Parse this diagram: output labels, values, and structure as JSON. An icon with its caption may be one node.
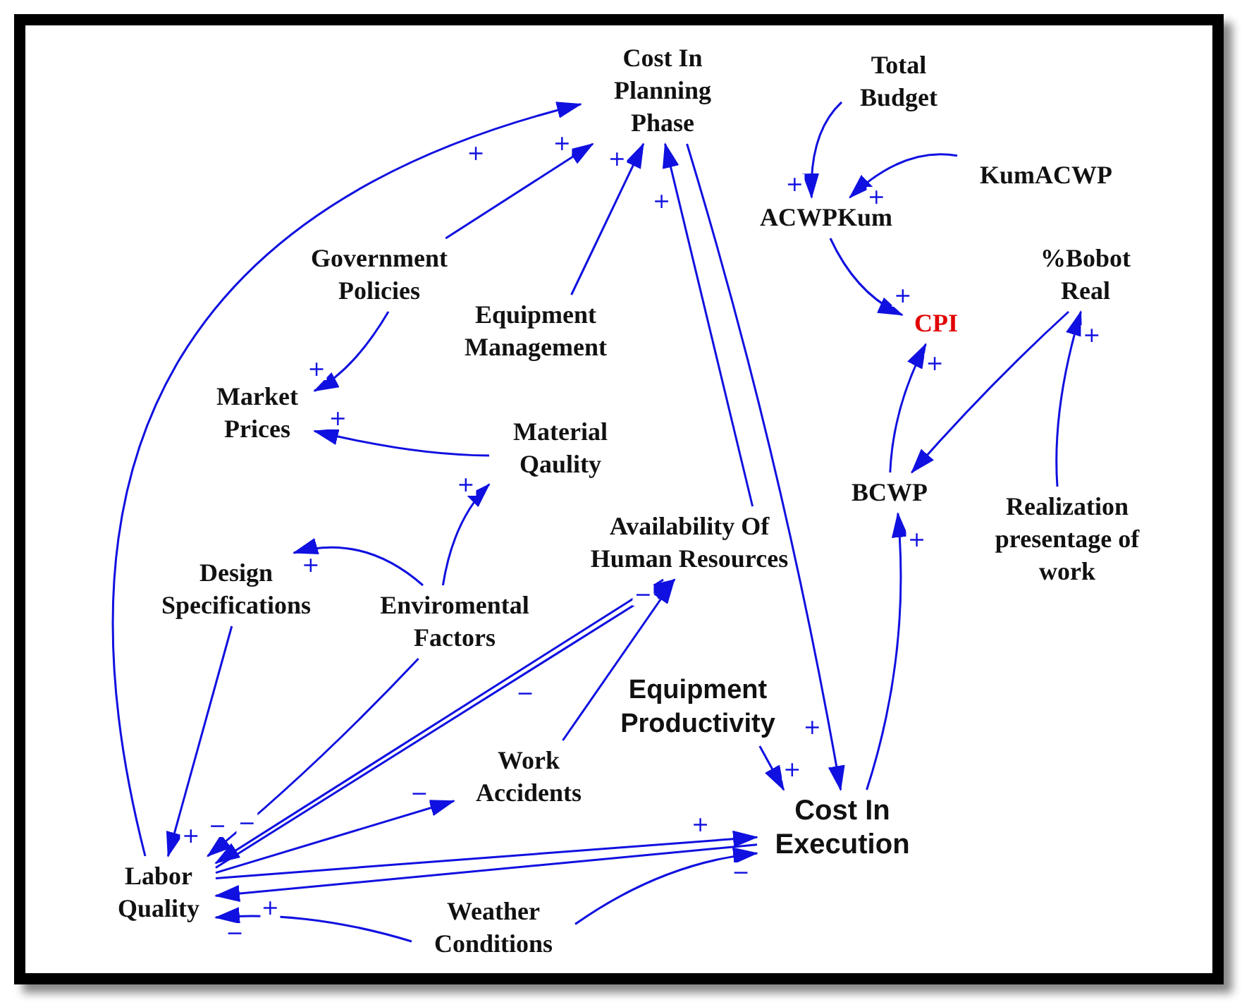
{
  "diagram": {
    "nodes": [
      {
        "text": [
          "Cost In Planning Phase"
        ]
      },
      {
        "text": [
          "Total Budget"
        ]
      },
      {
        "text": [
          "KumACWP"
        ]
      },
      {
        "text": [
          "ACWPKum"
        ]
      },
      {
        "text": [
          "%Bobot Real"
        ]
      },
      {
        "text": [
          "Government Policies"
        ]
      },
      {
        "text": [
          "Equipment Management"
        ]
      },
      {
        "text": [
          "CPI"
        ]
      },
      {
        "text": [
          "Market Prices"
        ]
      },
      {
        "text": [
          "Material Qaulity"
        ]
      },
      {
        "text": [
          "Design Specifications"
        ]
      },
      {
        "text": [
          "Enviromental Factors"
        ]
      },
      {
        "text": [
          "Availability Of Human Resources"
        ]
      },
      {
        "text": [
          "BCWP"
        ]
      },
      {
        "text": [
          "Realization presentage of work"
        ]
      },
      {
        "text": [
          "Equipment Productivity"
        ]
      },
      {
        "text": [
          "Work Accidents"
        ]
      },
      {
        "text": [
          "Cost In Execution"
        ]
      },
      {
        "text": [
          "Labor Quality"
        ]
      },
      {
        "text": [
          "Weather Conditions"
        ]
      }
    ],
    "edges": [
      {
        "from": 18,
        "to": 0,
        "arrow": "to",
        "label": "+"
      },
      {
        "from": 5,
        "to": 0,
        "arrow": "to",
        "label": "+"
      },
      {
        "from": 6,
        "to": 0,
        "arrow": "to",
        "label": "+"
      },
      {
        "from": 12,
        "to": 0,
        "arrow": "to",
        "label": "+"
      },
      {
        "from": 0,
        "to": 17,
        "arrow": "to",
        "label": "+"
      },
      {
        "from": 1,
        "to": 3,
        "arrow": "to",
        "label": "+"
      },
      {
        "from": 2,
        "to": 3,
        "arrow": "to",
        "label": "+"
      },
      {
        "from": 3,
        "to": 7,
        "arrow": "to",
        "label": "+"
      },
      {
        "from": 13,
        "to": 7,
        "arrow": "to",
        "label": "+"
      },
      {
        "from": 4,
        "to": 13,
        "arrow": "to"
      },
      {
        "from": 14,
        "to": 4,
        "arrow": "to",
        "label": "+"
      },
      {
        "from": 17,
        "to": 13,
        "arrow": "to",
        "label": "+"
      },
      {
        "from": 5,
        "to": 8,
        "arrow": "to",
        "label": "+"
      },
      {
        "from": 9,
        "to": 8,
        "arrow": "to",
        "label": "+"
      },
      {
        "from": 11,
        "to": 9,
        "arrow": "to",
        "label": "+"
      },
      {
        "from": 11,
        "to": 10,
        "arrow": "to",
        "label": "+"
      },
      {
        "from": 10,
        "to": 18,
        "arrow": "to",
        "label": "+"
      },
      {
        "from": 11,
        "to": 18,
        "arrow": "to",
        "label": "−"
      },
      {
        "from": 12,
        "to": 18,
        "arrow": "to",
        "label": "−"
      },
      {
        "from": 18,
        "to": 12,
        "arrow": "to",
        "label": "−"
      },
      {
        "from": 16,
        "to": 12,
        "arrow": "to",
        "label": "−"
      },
      {
        "from": 18,
        "to": 16,
        "arrow": "to",
        "label": "−"
      },
      {
        "from": 18,
        "to": 17,
        "arrow": "to",
        "label": "+"
      },
      {
        "from": 17,
        "to": 18,
        "arrow": "to",
        "label": "+"
      },
      {
        "from": 15,
        "to": 17,
        "arrow": "to",
        "label": "+"
      },
      {
        "from": 19,
        "to": 17,
        "arrow": "to",
        "label": "−"
      },
      {
        "from": 19,
        "to": 18,
        "arrow": "to",
        "label": "−"
      }
    ]
  }
}
